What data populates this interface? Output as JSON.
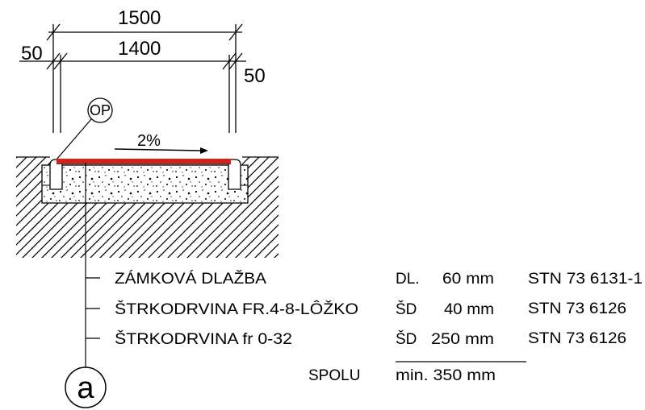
{
  "dimensions": {
    "overall_width": "1500",
    "inner_width": "1400",
    "left_offset": "50",
    "right_offset": "50"
  },
  "slope": "2%",
  "marker_op": "OP",
  "marker_section": "a",
  "layers": [
    {
      "name": "ZÁMKOVÁ DLAŽBA",
      "code": "DL.",
      "thickness": "60 mm",
      "standard": "STN 73 6131-1"
    },
    {
      "name": "ŠTRKODRVINA FR.4-8-LÔŽKO",
      "code": "ŠD",
      "thickness": "40 mm",
      "standard": "STN 73 6126"
    },
    {
      "name": "ŠTRKODRVINA  fr 0-32",
      "code": "ŠD",
      "thickness": "250 mm",
      "standard": "STN 73 6126"
    }
  ],
  "total": {
    "label": "SPOLU",
    "value": "min. 350 mm"
  },
  "colors": {
    "paving": "#e8231c",
    "line": "#000000"
  }
}
